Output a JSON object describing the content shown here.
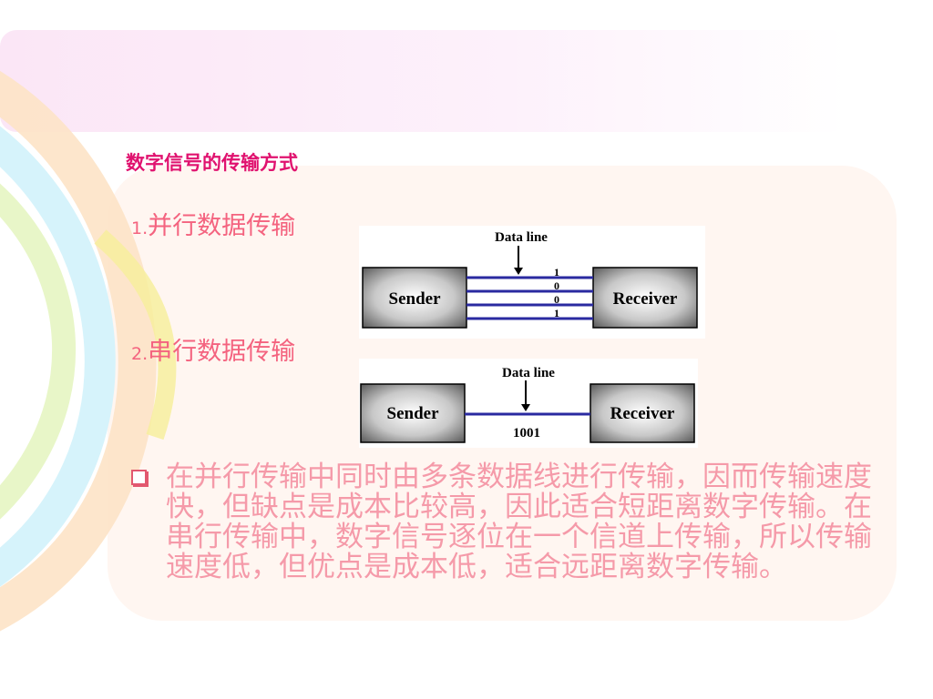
{
  "slide": {
    "title": "数字信号的传输方式",
    "items": [
      {
        "number": "1.",
        "label": "并行数据传输"
      },
      {
        "number": "2.",
        "label": "串行数据传输"
      }
    ],
    "bullet": "在并行传输中同时由多条数据线进行传输，因而传输速度快，但缺点是成本比较高，因此适合短距离数字传输。在串行传输中，数字信号逐位在一个信道上传输，所以传输速度低，但优点是成本低，适合远距离数字传输。"
  },
  "parallel_diagram": {
    "data_line_label": "Data line",
    "sender_label": "Sender",
    "receiver_label": "Receiver",
    "bits": [
      "1",
      "0",
      "0",
      "1"
    ]
  },
  "serial_diagram": {
    "data_line_label": "Data line",
    "sender_label": "Sender",
    "receiver_label": "Receiver",
    "bits_label": "1001"
  },
  "colors": {
    "title": "#e0126f",
    "item_text": "#f4637f",
    "bullet_text": "#f59aa9",
    "wire": "#2a2aa0"
  }
}
